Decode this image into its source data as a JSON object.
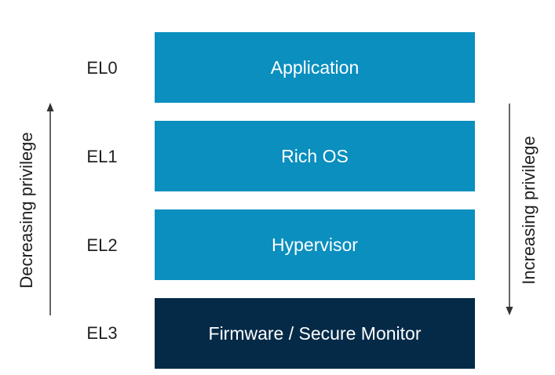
{
  "levels": [
    {
      "el": "EL0",
      "name": "Application",
      "color": "#0a8fbf"
    },
    {
      "el": "EL1",
      "name": "Rich OS",
      "color": "#0a8fbf"
    },
    {
      "el": "EL2",
      "name": "Hypervisor",
      "color": "#0a8fbf"
    },
    {
      "el": "EL3",
      "name": "Firmware / Secure Monitor",
      "color": "#042a48"
    }
  ],
  "left_axis": {
    "label": "Decreasing privilege",
    "direction": "up"
  },
  "right_axis": {
    "label": "Increasing privilege",
    "direction": "down"
  }
}
